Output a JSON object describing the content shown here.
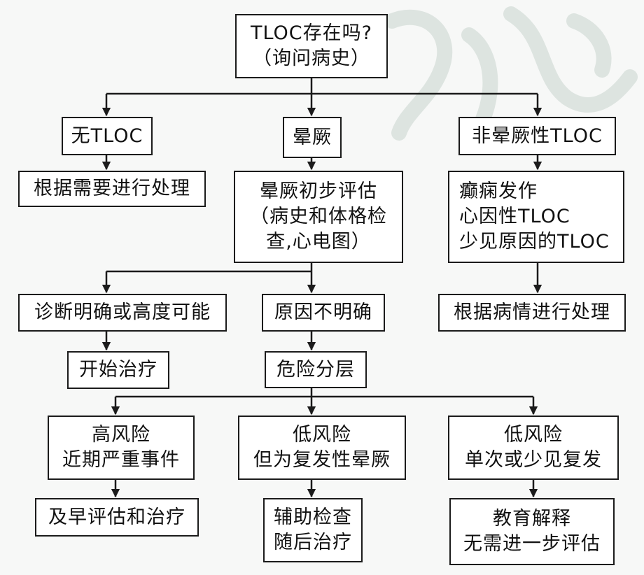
{
  "nodes": {
    "start": [
      "TLOC存在吗?",
      "（询问病史）"
    ],
    "no_tloc": [
      "无TLOC"
    ],
    "syncope": [
      "晕厥"
    ],
    "non_syncope": [
      "非晕厥性TLOC"
    ],
    "handle_need": [
      "根据需要进行处理"
    ],
    "initial_eval": [
      "晕厥初步评估",
      "（病史和体格检",
      "查,心电图）"
    ],
    "non_syncope_types": [
      "癫痫发作",
      "心因性TLOC",
      "少见原因的TLOC"
    ],
    "diagnosis_clear": [
      "诊断明确或高度可能"
    ],
    "cause_unclear": [
      "原因不明确"
    ],
    "handle_condition": [
      "根据病情进行处理"
    ],
    "start_treatment": [
      "开始治疗"
    ],
    "risk_strat": [
      "危险分层"
    ],
    "high_risk": [
      "高风险",
      "近期严重事件"
    ],
    "low_risk_recurrent": [
      "低风险",
      "但为复发性晕厥"
    ],
    "low_risk_single": [
      "低风险",
      "单次或少见复发"
    ],
    "early_eval": [
      "及早评估和治疗"
    ],
    "aux_exam": [
      "辅助检查",
      "随后治疗"
    ],
    "education": [
      "教育解释",
      "无需进一步评估"
    ]
  }
}
